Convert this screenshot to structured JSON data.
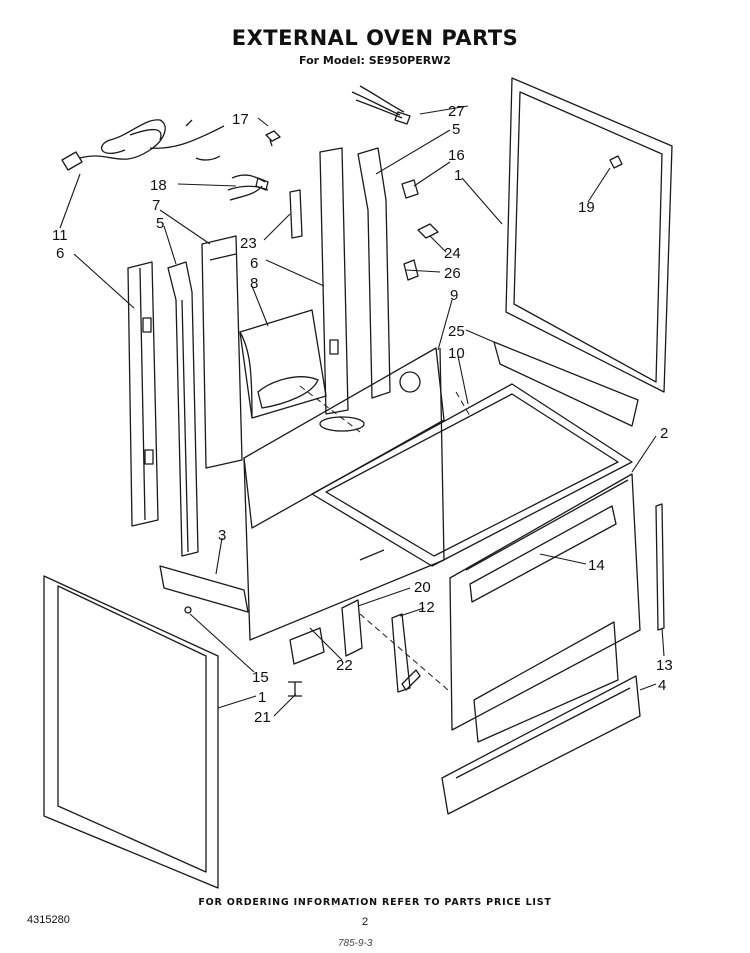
{
  "header": {
    "title": "EXTERNAL OVEN PARTS",
    "model_line": "For Model: SE950PERW2"
  },
  "callouts": [
    {
      "id": "c27",
      "label": "27"
    },
    {
      "id": "c5a",
      "label": "5"
    },
    {
      "id": "c17",
      "label": "17"
    },
    {
      "id": "c16",
      "label": "16"
    },
    {
      "id": "c1a",
      "label": "1"
    },
    {
      "id": "c18",
      "label": "18"
    },
    {
      "id": "c19",
      "label": "19"
    },
    {
      "id": "c11",
      "label": "11"
    },
    {
      "id": "c7",
      "label": "7"
    },
    {
      "id": "c5b",
      "label": "5"
    },
    {
      "id": "c23",
      "label": "23"
    },
    {
      "id": "c24",
      "label": "24"
    },
    {
      "id": "c6a",
      "label": "6"
    },
    {
      "id": "c6b",
      "label": "6"
    },
    {
      "id": "c26",
      "label": "26"
    },
    {
      "id": "c8",
      "label": "8"
    },
    {
      "id": "c9",
      "label": "9"
    },
    {
      "id": "c25",
      "label": "25"
    },
    {
      "id": "c10",
      "label": "10"
    },
    {
      "id": "c2",
      "label": "2"
    },
    {
      "id": "c3",
      "label": "3"
    },
    {
      "id": "c14",
      "label": "14"
    },
    {
      "id": "c20",
      "label": "20"
    },
    {
      "id": "c12",
      "label": "12"
    },
    {
      "id": "c15",
      "label": "15"
    },
    {
      "id": "c22",
      "label": "22"
    },
    {
      "id": "c13",
      "label": "13"
    },
    {
      "id": "c4",
      "label": "4"
    },
    {
      "id": "c1b",
      "label": "1"
    },
    {
      "id": "c21",
      "label": "21"
    }
  ],
  "footer": {
    "ordering_note": "FOR ORDERING INFORMATION REFER TO PARTS PRICE LIST",
    "document_number": "4315280",
    "page_number": "2",
    "handwritten_mark": "785-9-3"
  }
}
